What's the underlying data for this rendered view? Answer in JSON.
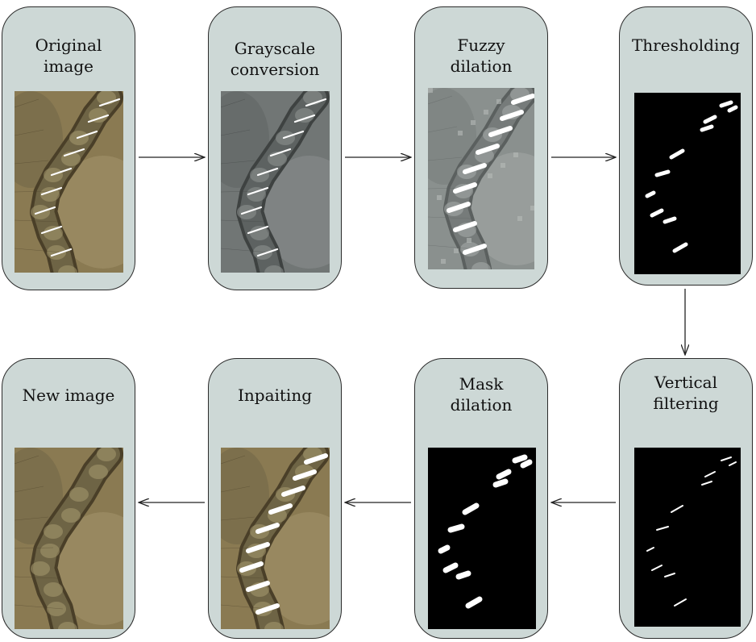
{
  "stages": [
    {
      "id": "original",
      "title": "Original\nimage",
      "kind": "photo-color"
    },
    {
      "id": "grayscale",
      "title": "Grayscale\nconversion",
      "kind": "photo-gray"
    },
    {
      "id": "fuzzy",
      "title": "Fuzzy\ndilation",
      "kind": "photo-gray-bright"
    },
    {
      "id": "threshold",
      "title": "Thresholding",
      "kind": "mask"
    },
    {
      "id": "vertical",
      "title": "Vertical\nfiltering",
      "kind": "mask-thin"
    },
    {
      "id": "maskdil",
      "title": "Mask\ndilation",
      "kind": "mask-thick"
    },
    {
      "id": "inpaint",
      "title": "Inpaiting",
      "kind": "photo-color-marked"
    },
    {
      "id": "newimg",
      "title": "New image",
      "kind": "photo-color"
    }
  ],
  "colors": {
    "card_fill": "#cdd8d6",
    "card_border": "#2b2b2b",
    "arrow": "#222222",
    "skin_color": "#7a6a45",
    "skin_gray": "#6d7270",
    "mask_bg": "#000000",
    "mask_fg": "#ffffff"
  }
}
